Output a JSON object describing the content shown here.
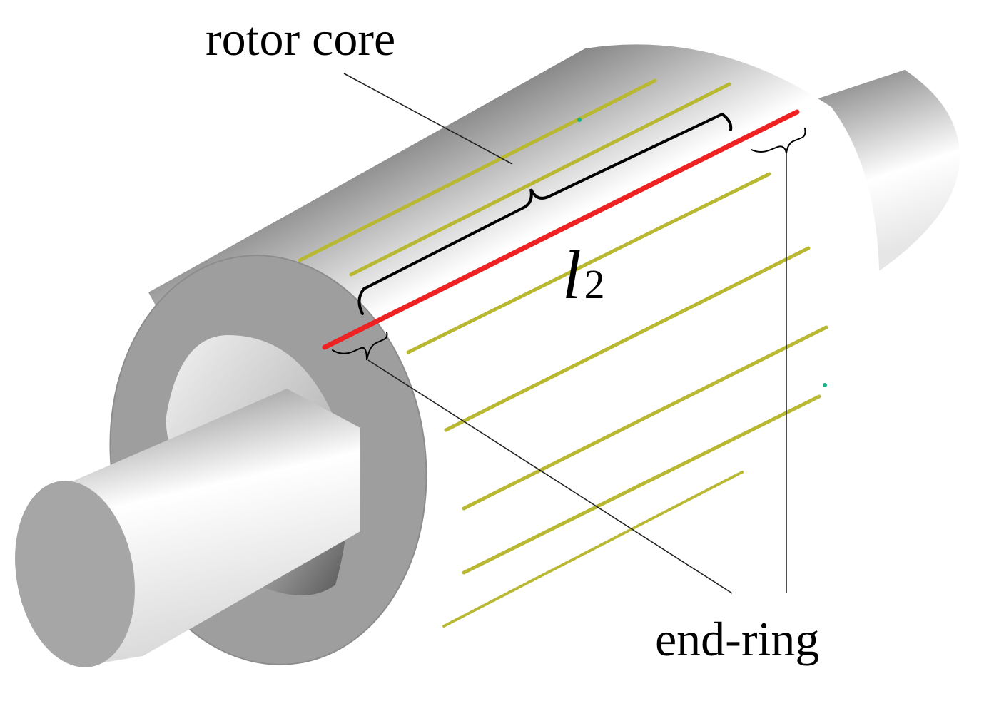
{
  "labels": {
    "rotor_core": "rotor core",
    "end_ring": "end-ring",
    "length_symbol": "l",
    "length_subscript": "2"
  },
  "colors": {
    "background": "#ffffff",
    "body_light": "#ffffff",
    "body_dark": "#7f7f7f",
    "end_face": "#9e9e9e",
    "shaft_face": "#a6a6a6",
    "rotor_bars": "#b8b832",
    "length_line": "#ee2222",
    "leader_lines": "#222222",
    "text": "#000000"
  }
}
